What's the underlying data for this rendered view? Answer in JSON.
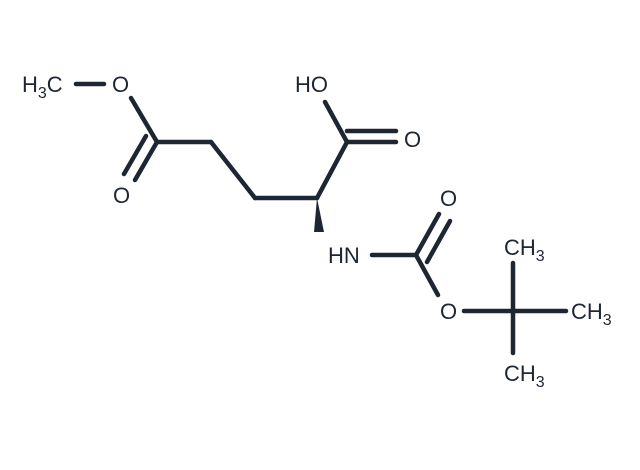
{
  "labels": {
    "methyl_ester_ch3": "H3C",
    "ester_o_single": "O",
    "ester_o_double": "O",
    "acid_oh": "HO",
    "acid_o_double": "O",
    "amine_nh": "HN",
    "carbamate_o_double": "O",
    "carbamate_o_single": "O",
    "tbu_ch3_top": "CH3",
    "tbu_ch3_right": "CH3",
    "tbu_ch3_bottom": "CH3"
  },
  "colors": {
    "ink": "#1e2533",
    "background": "#ffffff"
  }
}
